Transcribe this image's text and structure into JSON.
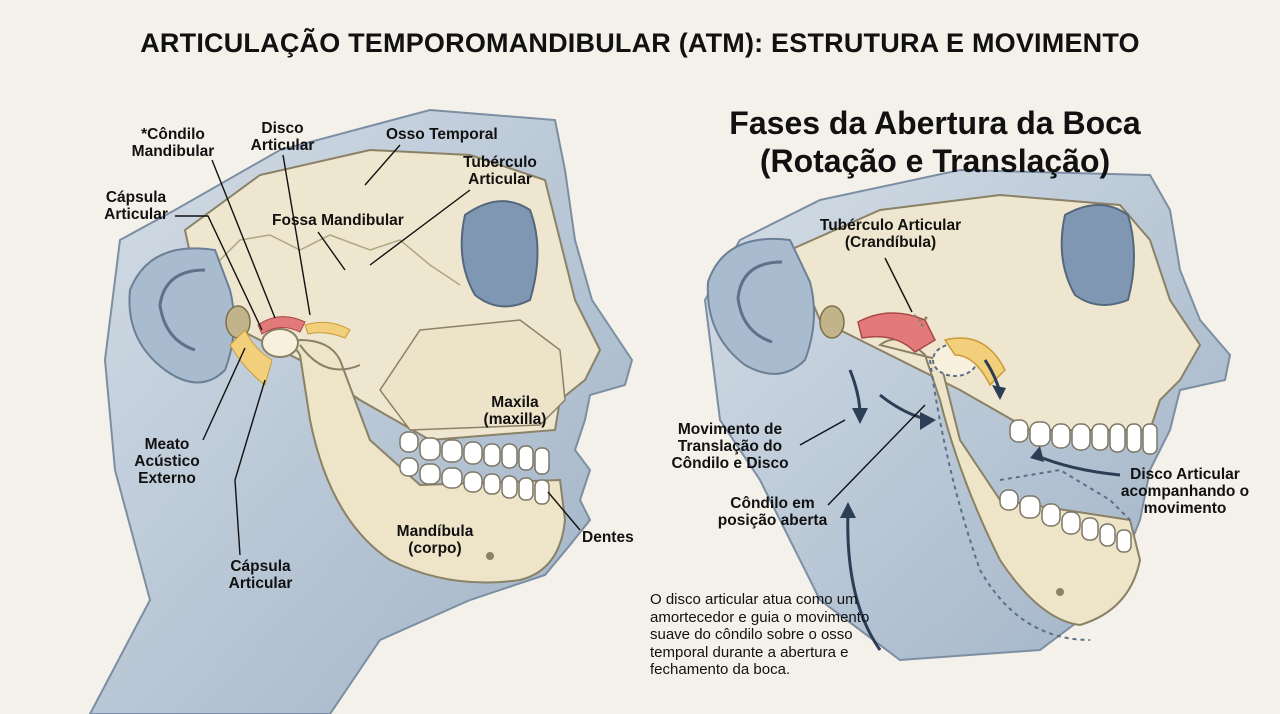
{
  "title": "ARTICULAÇÃO TEMPOROMANDIBULAR (ATM): ESTRUTURA E MOVIMENTO",
  "left_labels": {
    "condilo": "*Côndilo Mandibular",
    "disco": "Disco Articular",
    "osso_temporal": "Osso Temporal",
    "tuberculo": "Tubérculo Articular",
    "capsula_top": "Cápsula Articular",
    "fossa": "Fossa Mandibular",
    "maxila": "Maxila (maxilla)",
    "meato": "Meato Acústico Externo",
    "dentes": "Dentes",
    "mandibula": "Mandíbula (corpo)",
    "capsula_bottom": "Cápsula Articular"
  },
  "right": {
    "subtitle_line1": "Fases da Abertura da Boca",
    "subtitle_line2": "(Rotação e Translação)",
    "tuberculo": "Tubérculo Articular (Crandíbula)",
    "movimento": "Movimento de Translação do Côndilo e Disco",
    "condilo_aberta": "Côndilo em posição aberta",
    "disco_acompanhando": "Disco Articular acompanhando o movimento",
    "note": "O disco articular atua como um amortecedor e guia o movimento suave do côndilo sobre o osso temporal durante a abertura e fechamento da boca."
  },
  "colors": {
    "background": "#f4f1ea",
    "bone": "#efe6cf",
    "skin": "#b9c7d6",
    "eye_socket": "#7f97b2",
    "disc_red": "#e27a7a",
    "capsule_yellow": "#f2cf7a"
  }
}
